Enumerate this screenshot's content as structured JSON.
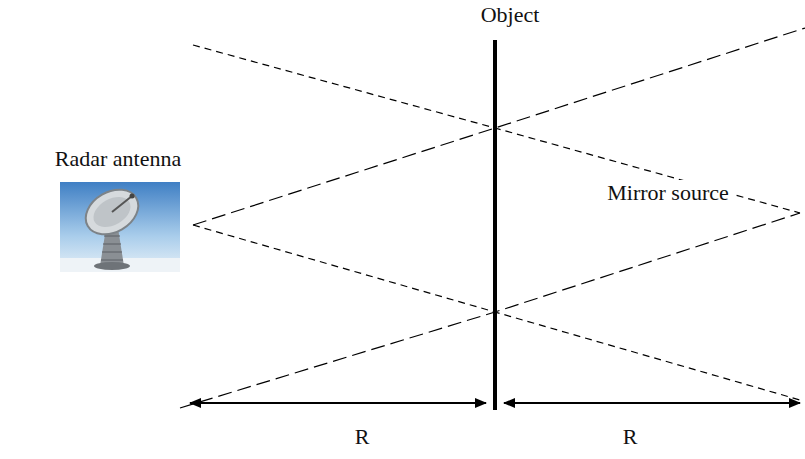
{
  "diagram": {
    "labels": [
      "Object",
      "Radar antenna",
      "Mirror source",
      "R",
      "R"
    ]
  }
}
